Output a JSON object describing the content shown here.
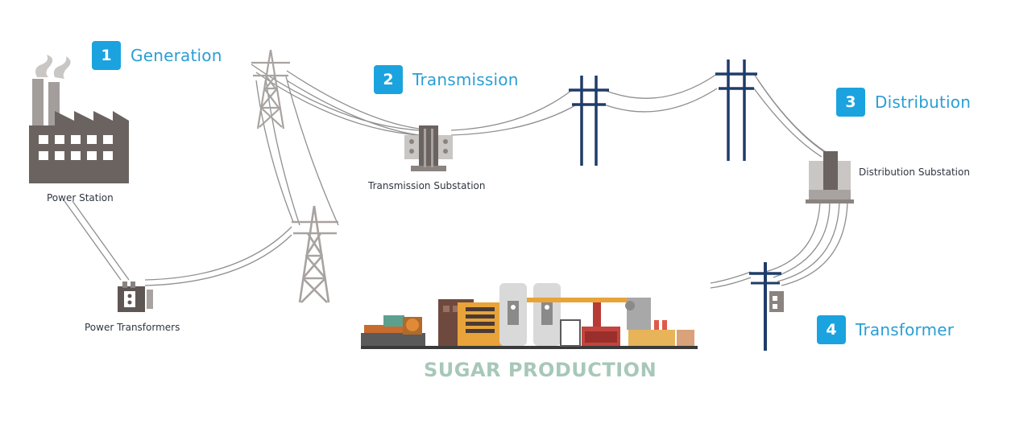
{
  "steps": [
    {
      "number": "1",
      "title": "Generation"
    },
    {
      "number": "2",
      "title": "Transmission"
    },
    {
      "number": "3",
      "title": "Distribution"
    },
    {
      "number": "4",
      "title": "Transformer"
    }
  ],
  "labels": {
    "power_station": "Power Station",
    "power_transformers": "Power Transformers",
    "transmission_substation": "Transmission Substation",
    "distribution_substation": "Distribution Substation",
    "sugar_production": "SUGAR PRODUCTION"
  },
  "colors": {
    "badge": "#1aa3de",
    "step_title": "#2a9ed6",
    "factory": "#6b6360",
    "tower_gray": "#a8a3a0",
    "pole_navy": "#1f3c6a",
    "sugar_text": "#a7c8b8"
  }
}
